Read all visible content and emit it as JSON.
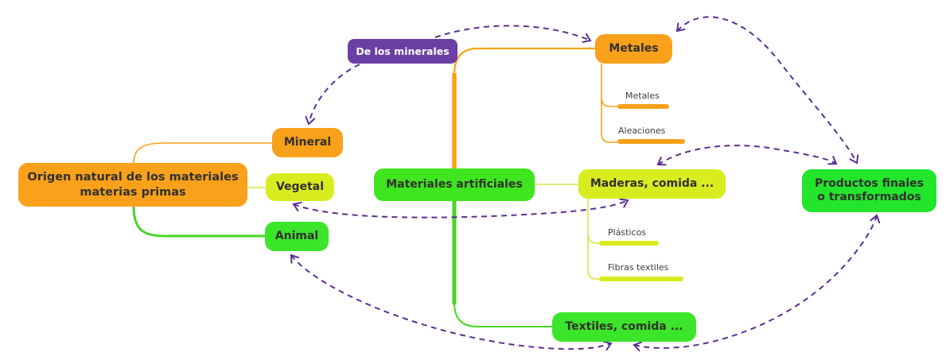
{
  "diagram": {
    "nodes": {
      "origen": {
        "label": "Origen natural de los materiales\nmaterias primas",
        "color": "#F9A11B"
      },
      "mineral": {
        "label": "Mineral",
        "color": "#F9A11B"
      },
      "vegetal": {
        "label": "Vegetal",
        "color": "#D8EC20"
      },
      "animal": {
        "label": "Animal",
        "color": "#3BE52A"
      },
      "materiales_artificiales": {
        "label": "Materiales artificiales",
        "color": "#3FE51F"
      },
      "metales": {
        "label": "Metales",
        "color": "#F9A11B",
        "children": [
          {
            "label": "Metales"
          },
          {
            "label": "Aleaciones"
          }
        ]
      },
      "maderas": {
        "label": "Maderas, comida ...",
        "color": "#D8EC20",
        "children": [
          {
            "label": "Plásticos"
          },
          {
            "label": "Fibras textiles"
          }
        ]
      },
      "textiles": {
        "label": "Textiles, comida ...",
        "color": "#3BE52A"
      },
      "productos": {
        "label": "Productos finales\no transformados",
        "color": "#22E52C"
      }
    },
    "relations": [
      {
        "label": "De los minerales",
        "from": "Mineral",
        "to": "Metales",
        "style": "dashed",
        "color": "#5C2E91"
      },
      {
        "from": "Metales",
        "to": "Productos finales o transformados",
        "style": "dashed",
        "color": "#5C2E91"
      },
      {
        "from": "Maderas, comida ...",
        "to": "Productos finales o transformados",
        "style": "dashed",
        "color": "#5C2E91"
      },
      {
        "from": "Vegetal",
        "to": "Maderas, comida ...",
        "style": "dashed",
        "color": "#5C2E91"
      },
      {
        "from": "Animal",
        "to": "Textiles, comida ...",
        "style": "dashed",
        "color": "#5C2E91"
      },
      {
        "from": "Textiles, comida ...",
        "to": "Productos finales o transformados",
        "style": "dashed",
        "color": "#5C2E91"
      }
    ],
    "palette": {
      "orange": "#F9A11B",
      "yellow_green": "#D8EC20",
      "green": "#3BE52A",
      "bright_green": "#22E52C",
      "purple_node": "#6B3FA4",
      "relation_dash": "#5C2E91",
      "branch_green_line": "#46D621",
      "branch_yellow_line": "#D5E743"
    }
  }
}
